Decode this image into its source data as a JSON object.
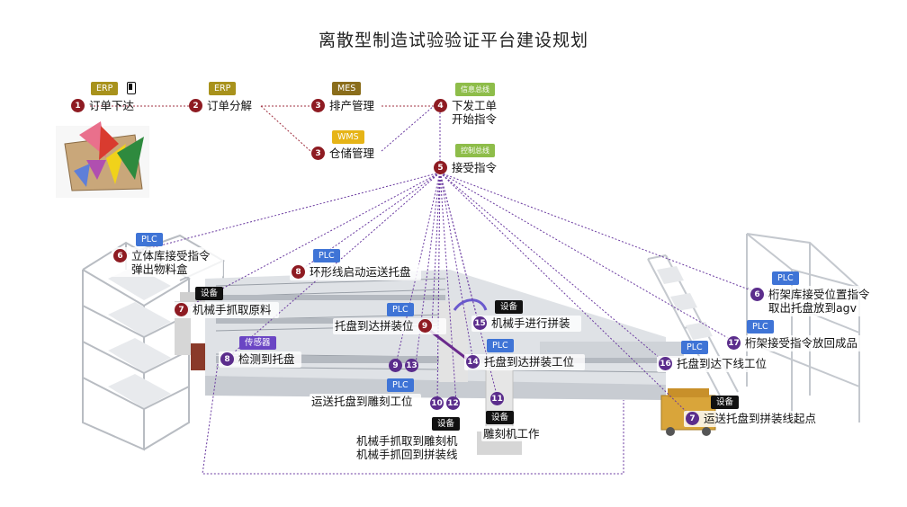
{
  "title": "离散型制造试验验证平台建设规划",
  "tags": {
    "erp1": "ERP",
    "erp2": "ERP",
    "mes": "MES",
    "wms": "WMS",
    "info_bus": "信息总线",
    "ctrl_bus": "控制总线",
    "plc_6": "PLC",
    "plc_8": "PLC",
    "plc_9": "PLC",
    "plc_14": "PLC",
    "plc_10": "PLC",
    "plc_16": "PLC",
    "plc_r6": "PLC",
    "plc_r17": "PLC",
    "dev_7": "设备",
    "dev_15": "设备",
    "dev_10": "设备",
    "dev_11": "设备",
    "dev_r7": "设备",
    "sensor_8": "传感器"
  },
  "steps": {
    "s1": {
      "num": "1",
      "label": "订单下达"
    },
    "s2": {
      "num": "2",
      "label": "订单分解"
    },
    "s3a": {
      "num": "3",
      "label": "排产管理"
    },
    "s3b": {
      "num": "3",
      "label": "仓储管理"
    },
    "s4": {
      "num": "4",
      "label": "下发工单\n开始指令"
    },
    "s5": {
      "num": "5",
      "label": "接受指令"
    },
    "s6": {
      "num": "6",
      "label": "立体库接受指令\n弹出物料盒"
    },
    "s7": {
      "num": "7",
      "label": "机械手抓取原料"
    },
    "s8a": {
      "num": "8",
      "label": "环形线启动运送托盘"
    },
    "s8b": {
      "num": "8",
      "label": "检测到托盘"
    },
    "s9a": {
      "num": "9",
      "label": "托盘到达拼装位"
    },
    "s9b": {
      "num": "9"
    },
    "s13": {
      "num": "13"
    },
    "s10": {
      "num": "10"
    },
    "s12": {
      "num": "12"
    },
    "s10_label": "运送托盘到雕刻工位",
    "s11": {
      "num": "11",
      "label": "雕刻机工作"
    },
    "s10_desc": "机械手抓取到雕刻机\n机械手抓回到拼装线",
    "s14": {
      "num": "14",
      "label": "托盘到达拼装工位"
    },
    "s15": {
      "num": "15",
      "label": "机械手进行拼装"
    },
    "s16": {
      "num": "16",
      "label": "托盘到达下线工位"
    },
    "r6": {
      "num": "6",
      "label": "桁架库接受位置指令\n取出托盘放到agv"
    },
    "r17": {
      "num": "17",
      "label": "桁架接受指令放回成品"
    },
    "r7": {
      "num": "7",
      "label": "运送托盘到拼装线起点"
    }
  }
}
